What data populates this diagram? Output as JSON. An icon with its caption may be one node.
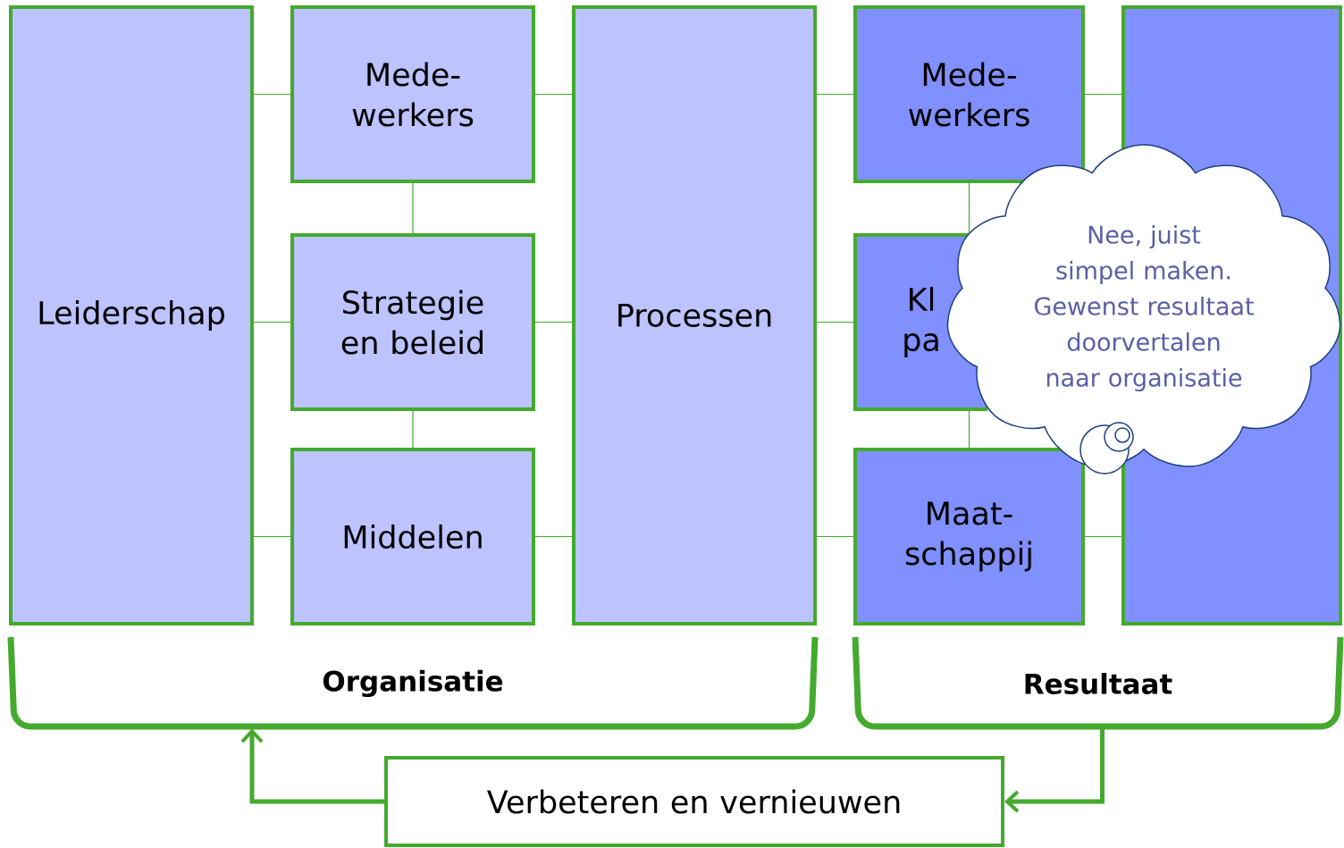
{
  "diagram": {
    "nodes": [
      {
        "text": [
          "Leiderschap"
        ]
      },
      {
        "text": [
          "Mede- werkers"
        ]
      },
      {
        "text": [
          "Strategie en beleid"
        ]
      },
      {
        "text": [
          "Middelen"
        ]
      },
      {
        "text": [
          "Processen"
        ]
      },
      {
        "text": [
          "Mede- werkers"
        ]
      },
      {
        "text": [
          "Kl pa"
        ]
      },
      {
        "text": [
          "Maat- schappij"
        ]
      },
      {
        "text": [],
        "shape": "box"
      },
      {
        "text": [
          "Nee, juist simpel maken. Gewenst resultaat doorvertalen naar organisatie"
        ]
      },
      {
        "text": [
          "Organisatie"
        ]
      },
      {
        "text": [
          "Resultaat"
        ]
      },
      {
        "text": [
          "Verbeteren en vernieuwen"
        ]
      }
    ],
    "edges": [
      {
        "from": 0,
        "to": 1,
        "arrow": "none"
      },
      {
        "from": 0,
        "to": 2,
        "arrow": "none"
      },
      {
        "from": 0,
        "to": 3,
        "arrow": "none"
      },
      {
        "from": 1,
        "to": 2,
        "arrow": "none"
      },
      {
        "from": 2,
        "to": 3,
        "arrow": "none"
      },
      {
        "from": 1,
        "to": 4,
        "arrow": "none"
      },
      {
        "from": 2,
        "to": 4,
        "arrow": "none"
      },
      {
        "from": 3,
        "to": 4,
        "arrow": "none"
      },
      {
        "from": 4,
        "to": 5,
        "arrow": "none"
      },
      {
        "from": 4,
        "to": 6,
        "arrow": "none"
      },
      {
        "from": 4,
        "to": 7,
        "arrow": "none"
      },
      {
        "from": 5,
        "to": 6,
        "arrow": "none"
      },
      {
        "from": 6,
        "to": 7,
        "arrow": "none"
      },
      {
        "from": 5,
        "to": 8,
        "arrow": "none"
      },
      {
        "from": 7,
        "to": 8,
        "arrow": "none"
      },
      {
        "from": 11,
        "to": 12,
        "arrow": "to",
        "style": "thick"
      },
      {
        "from": 12,
        "to": 10,
        "arrow": "to",
        "style": "thick"
      }
    ]
  }
}
